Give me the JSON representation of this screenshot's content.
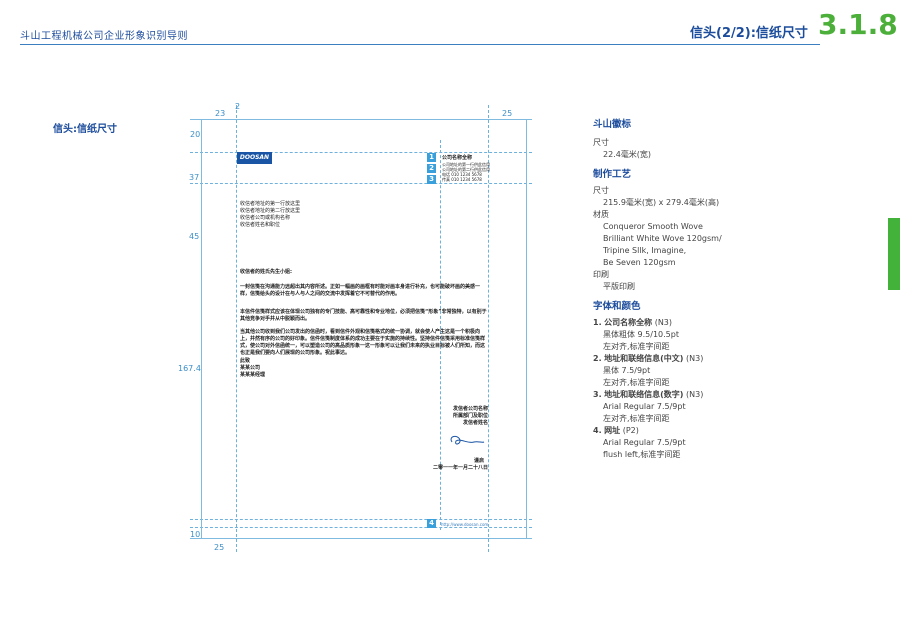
{
  "header": {
    "company_guide": "斗山工程机械公司企业形象识别导则",
    "section_title": "信头(2/2):信纸尺寸",
    "section_number": "3.1.8"
  },
  "left_title": "信头:信纸尺寸",
  "dimensions": {
    "top_left": "23",
    "top_marker": "2",
    "top_right": "25",
    "left_20": "20",
    "left_37": "37",
    "left_45": "45",
    "left_167": "167.4",
    "bottom_10": "10",
    "bottom_25": "25"
  },
  "letter": {
    "logo_text": "DOOSAN",
    "company_block": [
      "公司名称全称",
      "公司地址的第一行供此信用",
      "公司地址的第二行供此信用",
      "电话 010 1234 5678",
      "传真 010 1234 5678"
    ],
    "markers": [
      "1",
      "2",
      "3",
      "4"
    ],
    "recipient": [
      "收信者地址的第一行放这里",
      "收信者地址的第二行放这里",
      "收信者公司或机构名称",
      "收信者姓名和职位"
    ],
    "salutation": "收信者的姓氏先生小姐:",
    "para1": "一封信笺在沟通能力远超出其内容所述。正如一幅画的画框有时能对画本身进行补充，也可能破坏画的美感一样，信笺给头的设计在与人与人之间的交流中发挥着它不可替代的作用。",
    "para2": "本信件信笺样式应该在体现公司独有的专门技能、高可靠性和专业地位，必须把信笺“形象”非常独特，以有别于其他竞争对手并从中脱颖而出。",
    "para3": "当其他公司收到我们公司发出的信函时，看到信件外观和信笺格式的统一协调，就会使人产生这是一个积极向上，并然有序的公司的好印象。信件信笺制度体系的成功主要在于实施的持续性。坚持信件信笺采用标准信笺样式，使公司对外信函统一，可以塑造公司的高品质形象一这一形象可以让我们未来的执业目标被人们所知，而这也正是我们要向人们展现的公司形象。祝此事达。",
    "closing": [
      "此致",
      "某某公司",
      "某某某经理"
    ],
    "sender": [
      "发信者公司名称",
      "所属部门及职位",
      "发信者姓名"
    ],
    "sign_off": "谨启",
    "date": "二零一一年一月二十八日",
    "url": "http://www.doosan.com"
  },
  "specs": {
    "logo_heading": "斗山徽标",
    "logo_size_label": "尺寸",
    "logo_size": "22.4毫米(宽)",
    "process_heading": "制作工艺",
    "size_label": "尺寸",
    "size_value": "215.9毫米(宽) x 279.4毫米(高)",
    "material_label": "材质",
    "materials": [
      "Conqueror Smooth Wove",
      "Brilliant White Wove 120gsm/",
      "Tripine Sllk, Imagine,",
      "Be Seven 120gsm"
    ],
    "print_label": "印刷",
    "print_value": "平版印刷",
    "font_heading": "字体和颜色",
    "items": [
      {
        "num": "1.",
        "title": "公司名称全称",
        "color": "(N3)",
        "lines": [
          "黑体粗体  9.5/10.5pt",
          "左对齐,标准字间距"
        ]
      },
      {
        "num": "2.",
        "title": "地址和联络信息(中文)",
        "color": "(N3)",
        "lines": [
          "黑体  7.5/9pt",
          "左对齐,标准字间距"
        ]
      },
      {
        "num": "3.",
        "title": "地址和联络信息(数字)",
        "color": "(N3)",
        "lines": [
          "Arial Regular  7.5/9pt",
          "左对齐,标准字间距"
        ]
      },
      {
        "num": "4.",
        "title": "网址",
        "color": "(P2)",
        "lines": [
          "Arial Regular  7.5/9pt",
          "flush left,标准字间距"
        ]
      }
    ]
  }
}
